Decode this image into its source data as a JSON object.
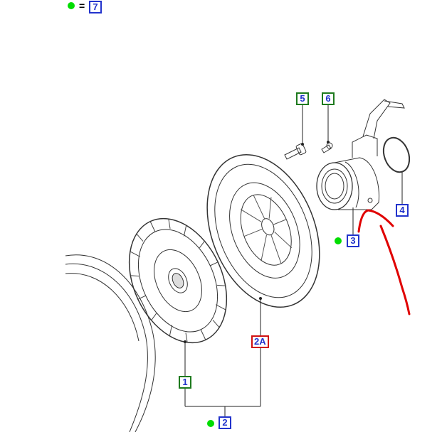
{
  "legend": {
    "equals": "=",
    "ref_label": "7"
  },
  "labels": {
    "l1": "1",
    "l2": "2",
    "l2a": "2A",
    "l3": "3",
    "l4": "4",
    "l5": "5",
    "l6": "6"
  },
  "colors": {
    "label_text": "#2233cc",
    "border_green": "#1e7a1e",
    "border_blue": "#2233cc",
    "border_red": "#d01010",
    "dot": "#00dd00",
    "annotation": "#e00000"
  }
}
